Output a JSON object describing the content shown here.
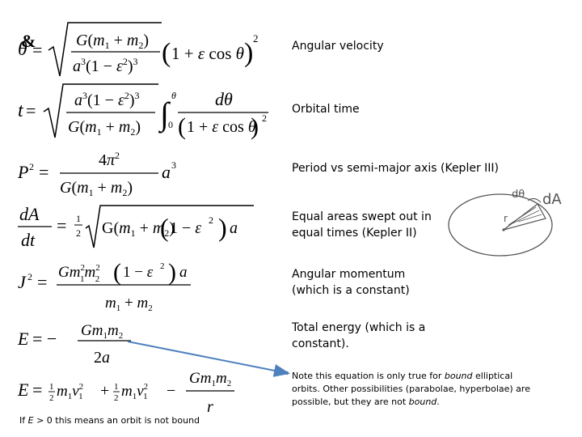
{
  "labels": {
    "angular_velocity": "Angular velocity",
    "orbital_time": "Orbital time",
    "period": "Period vs semi-major axis (Kepler III)",
    "equal_areas_line1": "Equal areas swept out in",
    "equal_areas_line2": "equal times (Kepler II)",
    "angular_momentum_line1": "Angular momentum",
    "angular_momentum_line2": "(which is a constant)",
    "total_energy_line1": "Total energy (which is a",
    "total_energy_line2": "constant)."
  },
  "note": {
    "part1": "Note this equation is only true for ",
    "bound1": "bound",
    "part2": " elliptical orbits. Other possibilities (parabolae, hyperbolae) are possible, but they are not ",
    "bound2": "bound",
    "part3": "."
  },
  "footer": {
    "prefix": "If ",
    "var": "E",
    "suffix": " > 0 this means an orbit is not bound"
  },
  "figure": {
    "label_dtheta": "dθ",
    "label_dA": "dA",
    "label_r": "r"
  },
  "colors": {
    "arrow": "#4f81bd",
    "figure_ink": "#555555"
  }
}
